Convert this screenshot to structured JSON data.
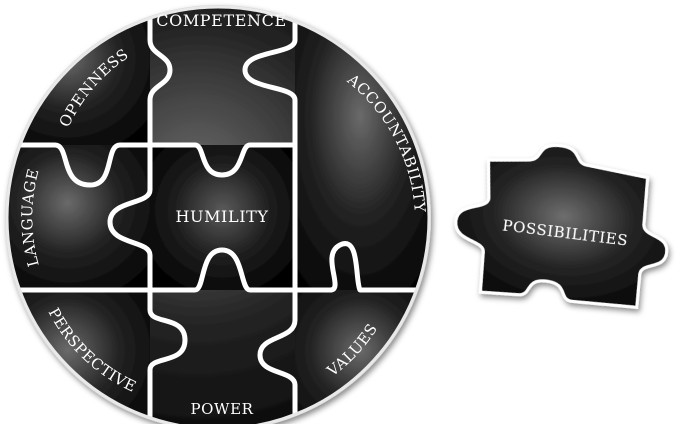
{
  "puzzle": {
    "center_label": "HUMILITY",
    "pieces": {
      "top": "COMPETENCE",
      "top_left": "OPENNESS",
      "right": "ACCOUNTABILITY",
      "left": "LANGUAGE",
      "bottom_left": "PERSPECTIVE",
      "bottom": "POWER",
      "bottom_right": "VALUES"
    },
    "detached_piece": "POSSIBILITIES"
  },
  "colors": {
    "piece_dark": "#0d0d0d",
    "piece_highlight": "#6a6a6a",
    "groove": "#ffffff",
    "label": "#ffffff",
    "background": "#ffffff"
  }
}
